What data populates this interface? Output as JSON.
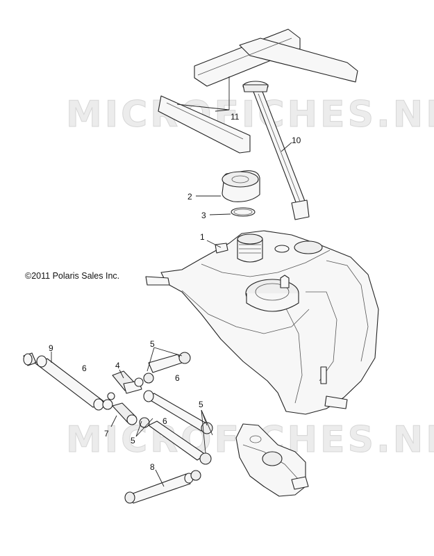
{
  "watermark": {
    "text": "MICROFICHES.NET"
  },
  "copyright": {
    "text": "©2011  Polaris Sales Inc."
  },
  "callouts": {
    "c11": "11",
    "c10": "10",
    "c2": "2",
    "c3": "3",
    "c1": "1",
    "c9": "9",
    "c6a": "6",
    "c4": "4",
    "c5a": "5",
    "c6b": "6",
    "c7": "7",
    "c5b": "5",
    "c6c": "6",
    "c5c": "5",
    "c8": "8"
  }
}
